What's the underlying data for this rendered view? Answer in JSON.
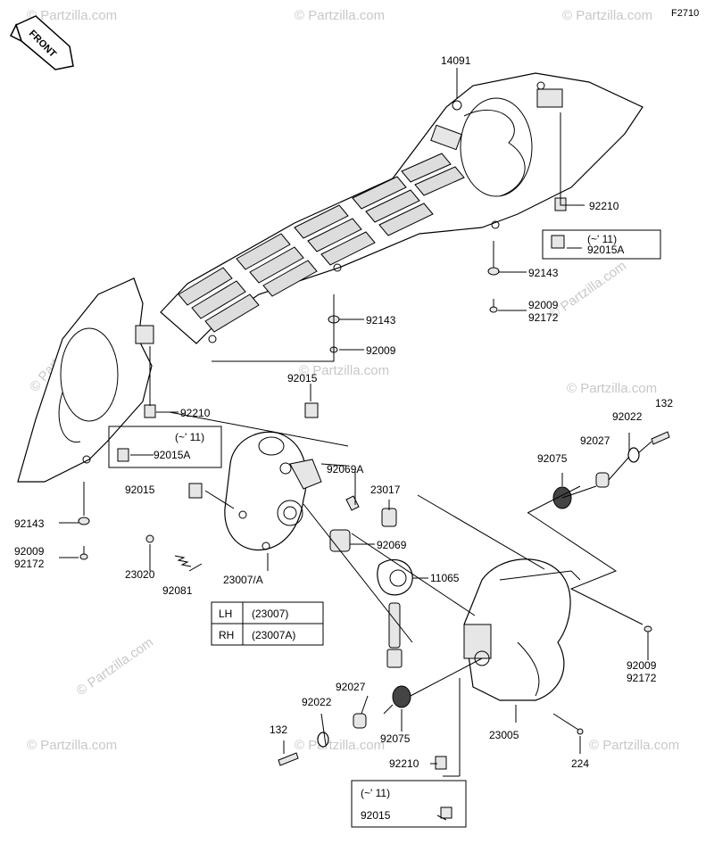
{
  "figure_id": "F2710",
  "front_label": "FRONT",
  "watermark": "© Partzilla.com",
  "parts": {
    "p14091": "14091",
    "p92210_top": "92210",
    "p92015A_top": "92015A",
    "note_top": "(~' 11)",
    "p92143_right": "92143",
    "p92009_right": "92009",
    "p92172_right": "92172",
    "p92143_mid": "92143",
    "p92009_mid": "92009",
    "p92015_mid": "92015",
    "p92210_left": "92210",
    "note_left": "(~' 11)",
    "p92015A_left": "92015A",
    "p92143_left": "92143",
    "p92009_left": "92009",
    "p92172_left": "92172",
    "p92015_l": "92015",
    "p92069A": "92069A",
    "p23017": "23017",
    "p92069": "92069",
    "p11065": "11065",
    "p23020": "23020",
    "p92081": "92081",
    "p23007A": "23007/A",
    "p132_right": "132",
    "p92022_right": "92022",
    "p92027_right": "92027",
    "p92075_right": "92075",
    "p92009_br": "92009",
    "p92172_br": "92172",
    "p92027_bottom": "92027",
    "p92022_bottom": "92022",
    "p132_bottom": "132",
    "p92075_bottom": "92075",
    "p23005": "23005",
    "p224": "224",
    "p92210_bottom": "92210",
    "note_bottom": "(~' 11)",
    "p92015_bottom": "92015"
  },
  "legend": {
    "rows": [
      {
        "side": "LH",
        "part": "(23007)"
      },
      {
        "side": "RH",
        "part": "(23007A)"
      }
    ]
  }
}
